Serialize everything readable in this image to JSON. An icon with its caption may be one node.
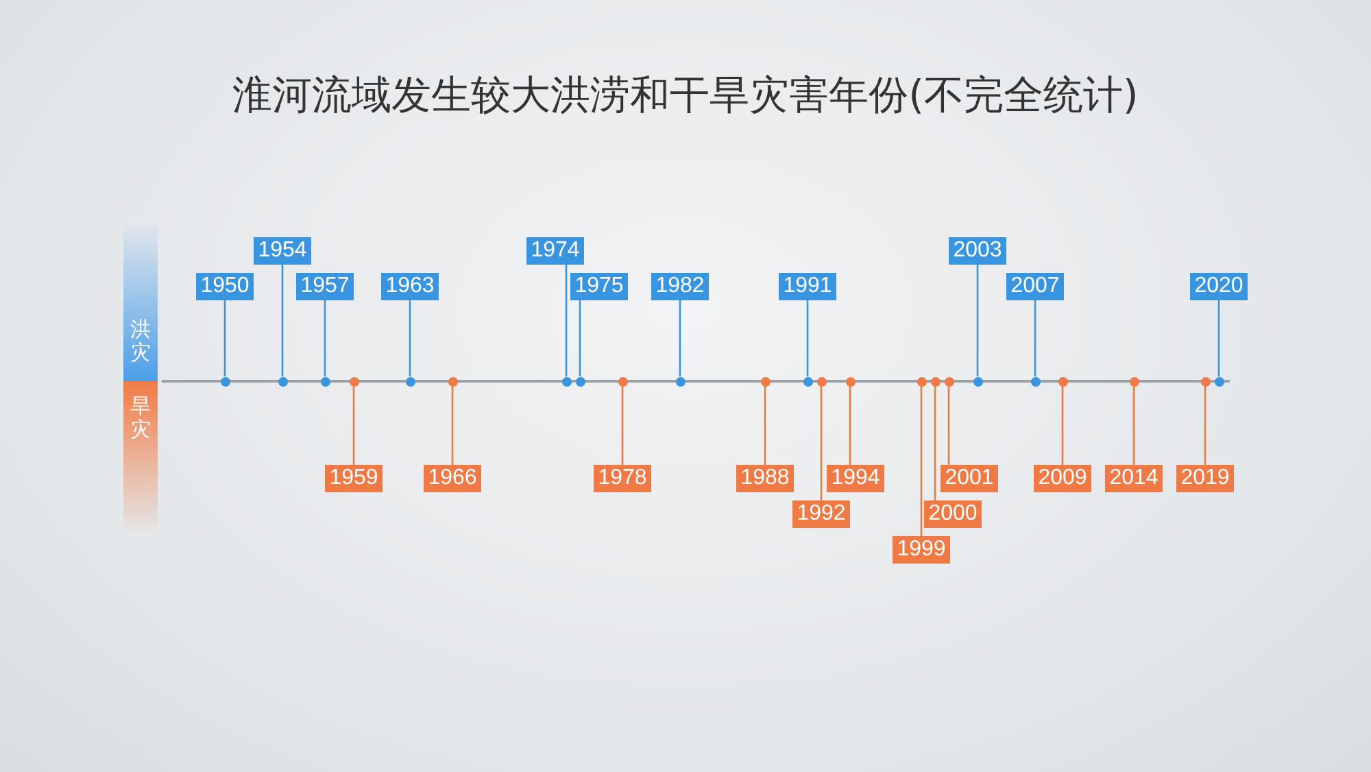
{
  "diagram": {
    "title": "淮河流域发生较大洪涝和干旱灾害年份(不完全统计)",
    "nodes": [
      {
        "text": [
          "洪灾"
        ]
      },
      {
        "text": [
          "旱灾"
        ]
      },
      {
        "text": [
          "1950"
        ]
      },
      {
        "text": [
          "1954"
        ]
      },
      {
        "text": [
          "1957"
        ]
      },
      {
        "text": [
          "1963"
        ]
      },
      {
        "text": [
          "1974"
        ]
      },
      {
        "text": [
          "1975"
        ]
      },
      {
        "text": [
          "1982"
        ]
      },
      {
        "text": [
          "1991"
        ]
      },
      {
        "text": [
          "2003"
        ]
      },
      {
        "text": [
          "2007"
        ]
      },
      {
        "text": [
          "2020"
        ]
      },
      {
        "text": [
          "1959"
        ]
      },
      {
        "text": [
          "1966"
        ]
      },
      {
        "text": [
          "1978"
        ]
      },
      {
        "text": [
          "1988"
        ]
      },
      {
        "text": [
          "1992"
        ]
      },
      {
        "text": [
          "1994"
        ]
      },
      {
        "text": [
          "1999"
        ]
      },
      {
        "text": [
          "2000"
        ]
      },
      {
        "text": [
          "2001"
        ]
      },
      {
        "text": [
          "2009"
        ]
      },
      {
        "text": [
          "2014"
        ]
      },
      {
        "text": [
          "2019"
        ]
      },
      {
        "text": [],
        "shape": "circle"
      },
      {
        "text": [],
        "shape": "circle"
      },
      {
        "text": [],
        "shape": "circle"
      },
      {
        "text": [],
        "shape": "circle"
      },
      {
        "text": [],
        "shape": "circle"
      },
      {
        "text": [],
        "shape": "circle"
      },
      {
        "text": [],
        "shape": "circle"
      },
      {
        "text": [],
        "shape": "circle"
      },
      {
        "text": [],
        "shape": "circle"
      },
      {
        "text": [],
        "shape": "circle"
      },
      {
        "text": [],
        "shape": "circle"
      },
      {
        "text": [],
        "shape": "circle"
      },
      {
        "text": [],
        "shape": "circle"
      },
      {
        "text": [],
        "shape": "circle"
      },
      {
        "text": [],
        "shape": "circle"
      },
      {
        "text": [],
        "shape": "circle"
      },
      {
        "text": [],
        "shape": "circle"
      },
      {
        "text": [],
        "shape": "circle"
      },
      {
        "text": [],
        "shape": "circle"
      },
      {
        "text": [],
        "shape": "circle"
      },
      {
        "text": [],
        "shape": "circle"
      },
      {
        "text": [],
        "shape": "circle"
      },
      {
        "text": [],
        "shape": "circle"
      }
    ],
    "edges": [
      {
        "from": 2,
        "to": 25,
        "arrow": "none",
        "color": "#3a95e0"
      },
      {
        "from": 3,
        "to": 26,
        "arrow": "none",
        "color": "#3a95e0"
      },
      {
        "from": 4,
        "to": 27,
        "arrow": "none",
        "color": "#3a95e0"
      },
      {
        "from": 5,
        "to": 29,
        "arrow": "none",
        "color": "#3a95e0"
      },
      {
        "from": 6,
        "to": 31,
        "arrow": "none",
        "color": "#3a95e0"
      },
      {
        "from": 7,
        "to": 32,
        "arrow": "none",
        "color": "#3a95e0"
      },
      {
        "from": 8,
        "to": 34,
        "arrow": "none",
        "color": "#3a95e0"
      },
      {
        "from": 9,
        "to": 36,
        "arrow": "none",
        "color": "#3a95e0"
      },
      {
        "from": 10,
        "to": 42,
        "arrow": "none",
        "color": "#3a95e0"
      },
      {
        "from": 11,
        "to": 43,
        "arrow": "none",
        "color": "#3a95e0"
      },
      {
        "from": 12,
        "to": 47,
        "arrow": "none",
        "color": "#3a95e0"
      },
      {
        "from": 13,
        "to": 28,
        "arrow": "none"
      },
      {
        "from": 14,
        "to": 30,
        "arrow": "none"
      },
      {
        "from": 15,
        "to": 33,
        "arrow": "none"
      },
      {
        "from": 16,
        "to": 35,
        "arrow": "none"
      },
      {
        "from": 17,
        "to": 37,
        "arrow": "none"
      },
      {
        "from": 18,
        "to": 38,
        "arrow": "none"
      },
      {
        "from": 19,
        "to": 39,
        "arrow": "none"
      },
      {
        "from": 20,
        "to": 40,
        "arrow": "none"
      },
      {
        "from": 21,
        "to": 41,
        "arrow": "none"
      },
      {
        "from": 22,
        "to": 44,
        "arrow": "none"
      },
      {
        "from": 23,
        "to": 45,
        "arrow": "none"
      },
      {
        "from": 24,
        "to": 46,
        "arrow": "none"
      }
    ]
  }
}
